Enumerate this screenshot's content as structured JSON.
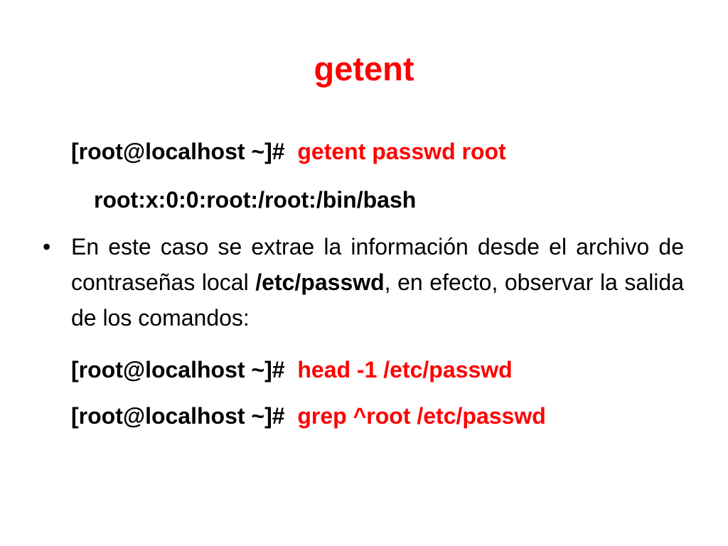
{
  "colors": {
    "accent": "#ff0000",
    "text": "#000000",
    "background": "#ffffff"
  },
  "title": "getent",
  "lines": [
    {
      "prompt": "[root@localhost ~]#",
      "command": "getent passwd root"
    },
    {
      "output": "root:x:0:0:root:/root:/bin/bash"
    }
  ],
  "bullet": {
    "text_before": "En este caso se extrae la información desde el archivo de contraseñas local ",
    "file": "/etc/passwd",
    "text_after": ", en efecto, observar la salida de los comandos:"
  },
  "commands": [
    {
      "prompt": "[root@localhost ~]#",
      "command": "head -1 /etc/passwd"
    },
    {
      "prompt": "[root@localhost ~]#",
      "command": "grep ^root /etc/passwd"
    }
  ]
}
